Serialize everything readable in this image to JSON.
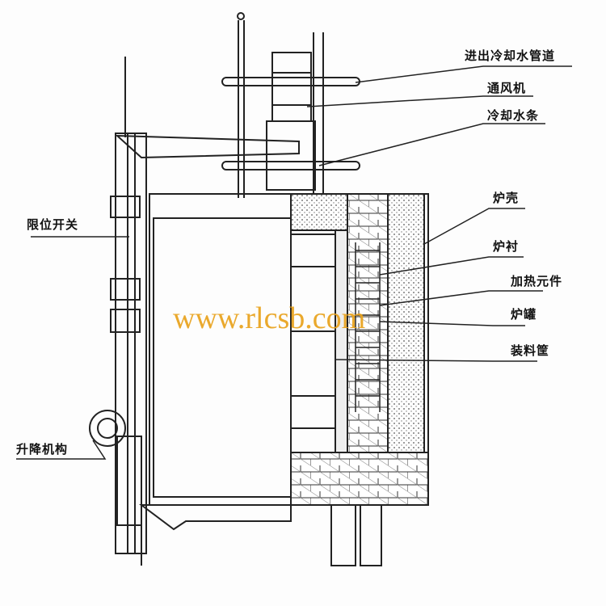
{
  "labels": {
    "cooling_pipe": "进出冷却水管道",
    "fan": "通风机",
    "cooling_strip": "冷却水条",
    "shell": "炉壳",
    "lining": "炉衬",
    "heating_element": "加热元件",
    "retort": "炉罐",
    "basket": "装料筐",
    "limit_switch": "限位开关",
    "lifting_mechanism": "升降机构"
  },
  "watermark": "www.rlcsb.com"
}
